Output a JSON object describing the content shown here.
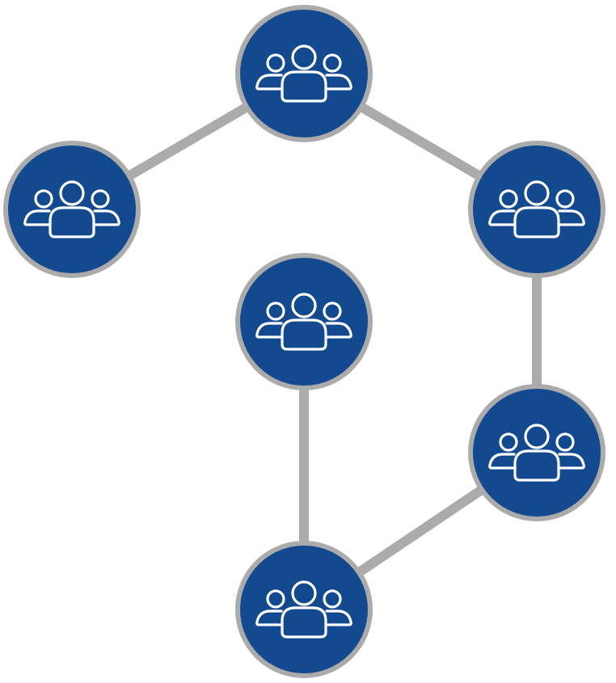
{
  "diagram": {
    "node_count": 6,
    "edge_count": 5,
    "nodes": [
      {
        "id": "top",
        "icon": "group-icon"
      },
      {
        "id": "left",
        "icon": "group-icon"
      },
      {
        "id": "right-upper",
        "icon": "group-icon"
      },
      {
        "id": "center",
        "icon": "group-icon"
      },
      {
        "id": "right-lower",
        "icon": "group-icon"
      },
      {
        "id": "bottom",
        "icon": "group-icon"
      }
    ],
    "edges": [
      {
        "from": "top",
        "to": "left"
      },
      {
        "from": "top",
        "to": "right-upper"
      },
      {
        "from": "right-upper",
        "to": "right-lower"
      },
      {
        "from": "right-lower",
        "to": "bottom"
      },
      {
        "from": "center",
        "to": "bottom"
      }
    ]
  },
  "colors": {
    "node_fill": "#12498f",
    "node_border": "#ababab",
    "edge": "#ababab",
    "icon_stroke": "#ffffff",
    "background": "#ffffff"
  }
}
